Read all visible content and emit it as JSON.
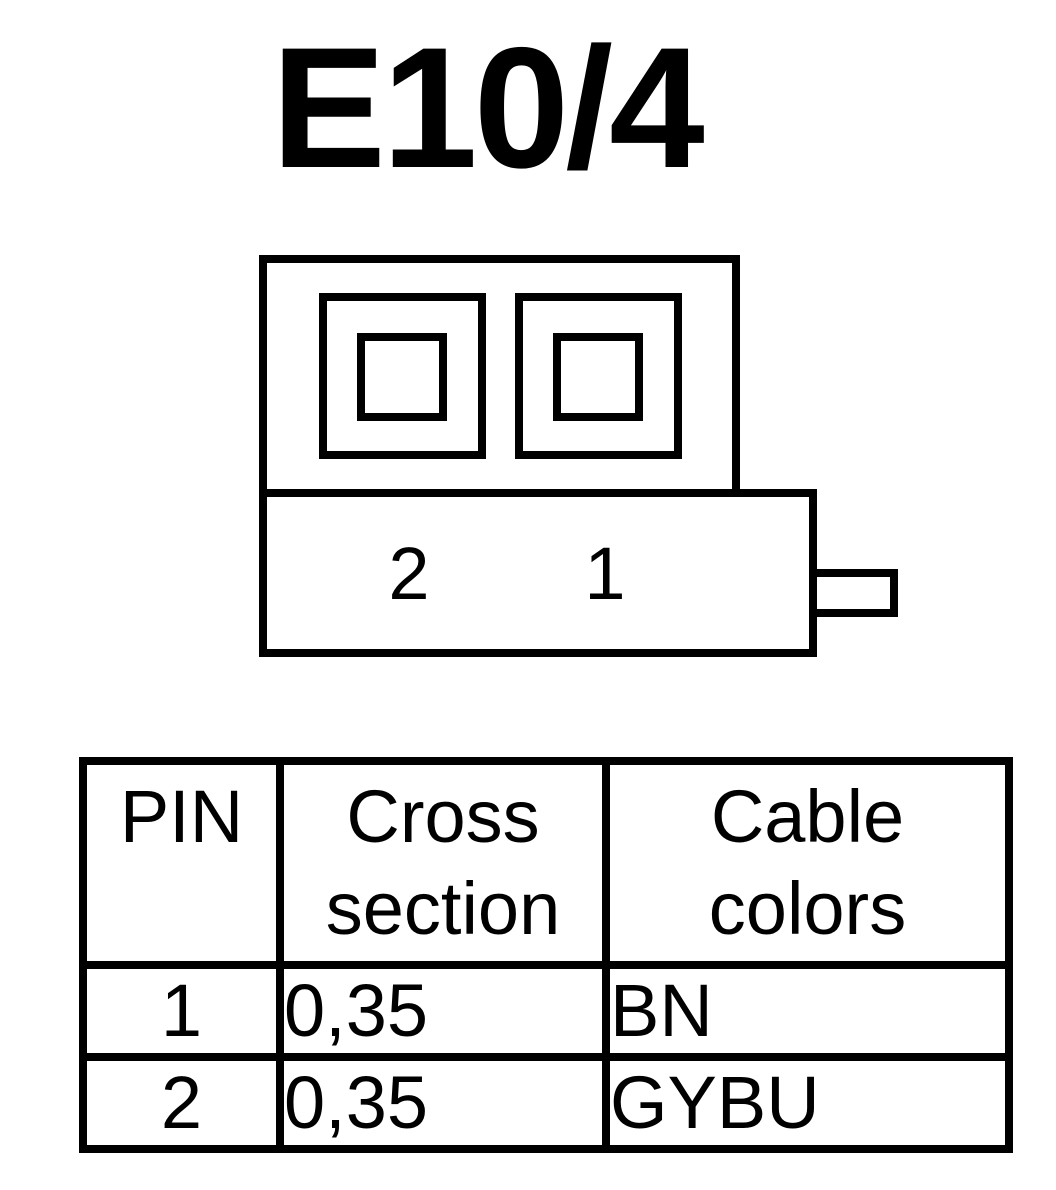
{
  "title": "E10/4",
  "connector": {
    "pin_labels": [
      "2",
      "1"
    ]
  },
  "table": {
    "headers": {
      "pin": "PIN",
      "cross_section": [
        "Cross",
        "section"
      ],
      "cable_colors": [
        "Cable",
        "colors"
      ]
    },
    "rows": [
      {
        "pin": "1",
        "cross_section": "0,35",
        "cable_color": "BN"
      },
      {
        "pin": "2",
        "cross_section": "0,35",
        "cable_color": "GYBU"
      }
    ]
  }
}
